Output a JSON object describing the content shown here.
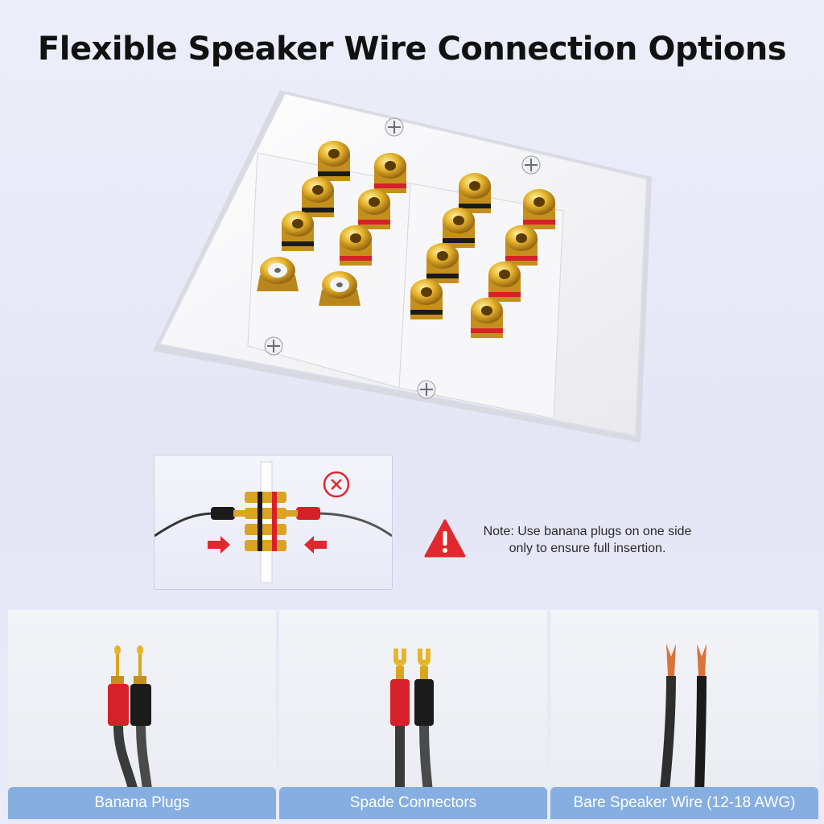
{
  "headline": "Flexible Speaker Wire Connection Options",
  "note": {
    "icon": "warning-triangle-icon",
    "text": "Note: Use banana plugs on one side only to ensure full insertion."
  },
  "diagram": {
    "icons": [
      "banana-plug-black-icon",
      "banana-plug-red-icon",
      "cross-circle-icon",
      "arrow-right-icon",
      "arrow-left-icon"
    ]
  },
  "options": [
    {
      "label": "Banana Plugs",
      "icon": "banana-plugs-photo"
    },
    {
      "label": "Spade Connectors",
      "icon": "spade-connectors-photo"
    },
    {
      "label": "Bare Speaker Wire (12-18 AWG)",
      "icon": "bare-wire-photo"
    }
  ],
  "colors": {
    "accent_blue": "#86aee0",
    "gold": "#d9a520",
    "red": "#d6202a",
    "black": "#1b1b1b",
    "warning_red": "#e0282e"
  }
}
